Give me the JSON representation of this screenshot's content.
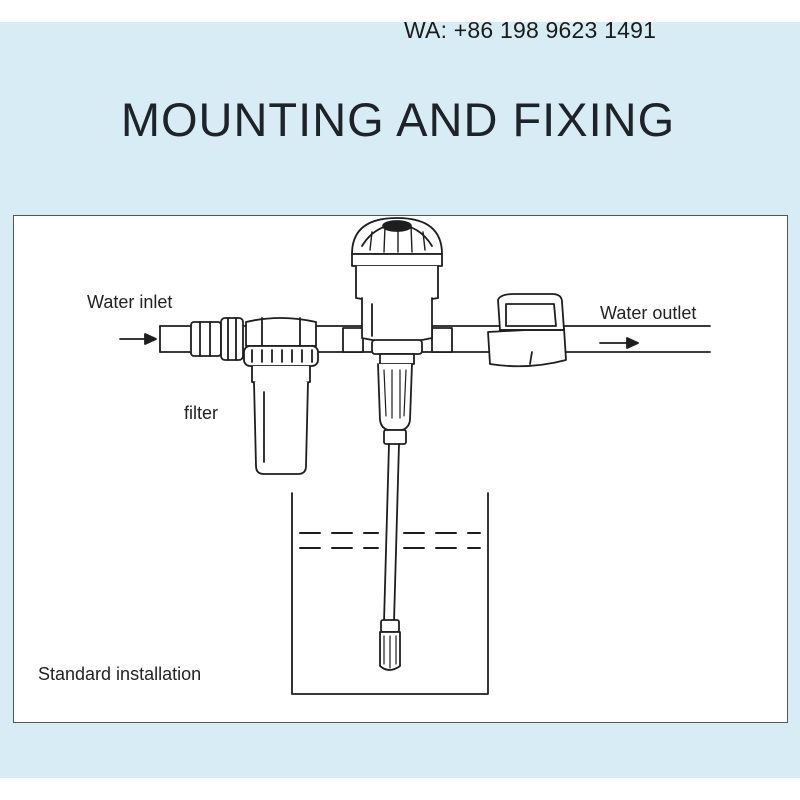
{
  "contact": "WA: +86 198 9623 1491",
  "title": "MOUNTING AND FIXING",
  "labels": {
    "water_inlet": "Water inlet",
    "water_outlet": "Water outlet",
    "filter": "filter",
    "standard_installation": "Standard installation"
  },
  "colors": {
    "background": "#d8ecf6",
    "panel": "#ffffff",
    "line": "#1e1e1e"
  }
}
